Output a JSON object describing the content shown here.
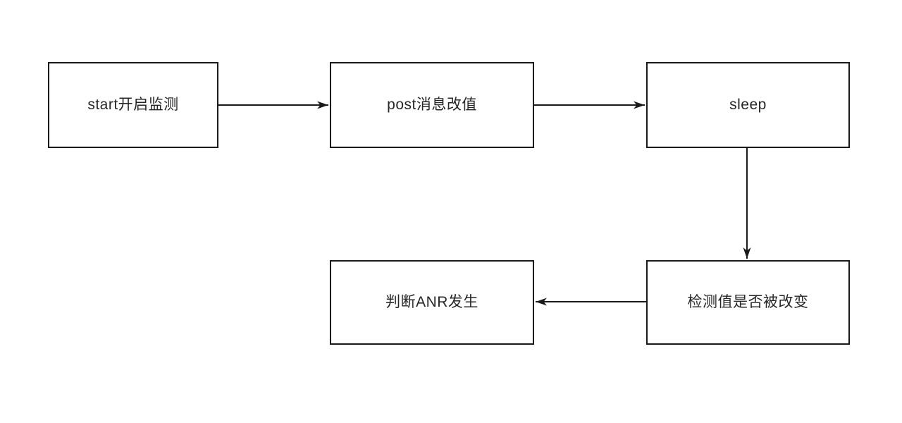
{
  "diagram": {
    "nodes": [
      {
        "id": "start",
        "label": "start开启监测"
      },
      {
        "id": "post",
        "label": "post消息改值"
      },
      {
        "id": "sleep",
        "label": "sleep"
      },
      {
        "id": "check",
        "label": "检测值是否被改变"
      },
      {
        "id": "judge",
        "label": "判断ANR发生"
      }
    ],
    "edges": [
      {
        "from": "start",
        "to": "post",
        "direction": "right"
      },
      {
        "from": "post",
        "to": "sleep",
        "direction": "right"
      },
      {
        "from": "sleep",
        "to": "check",
        "direction": "down"
      },
      {
        "from": "check",
        "to": "judge",
        "direction": "left"
      }
    ],
    "colors": {
      "stroke": "#1a1a1a",
      "node_fill": "#ffffff",
      "text": "#262626",
      "background": "#ffffff"
    }
  }
}
